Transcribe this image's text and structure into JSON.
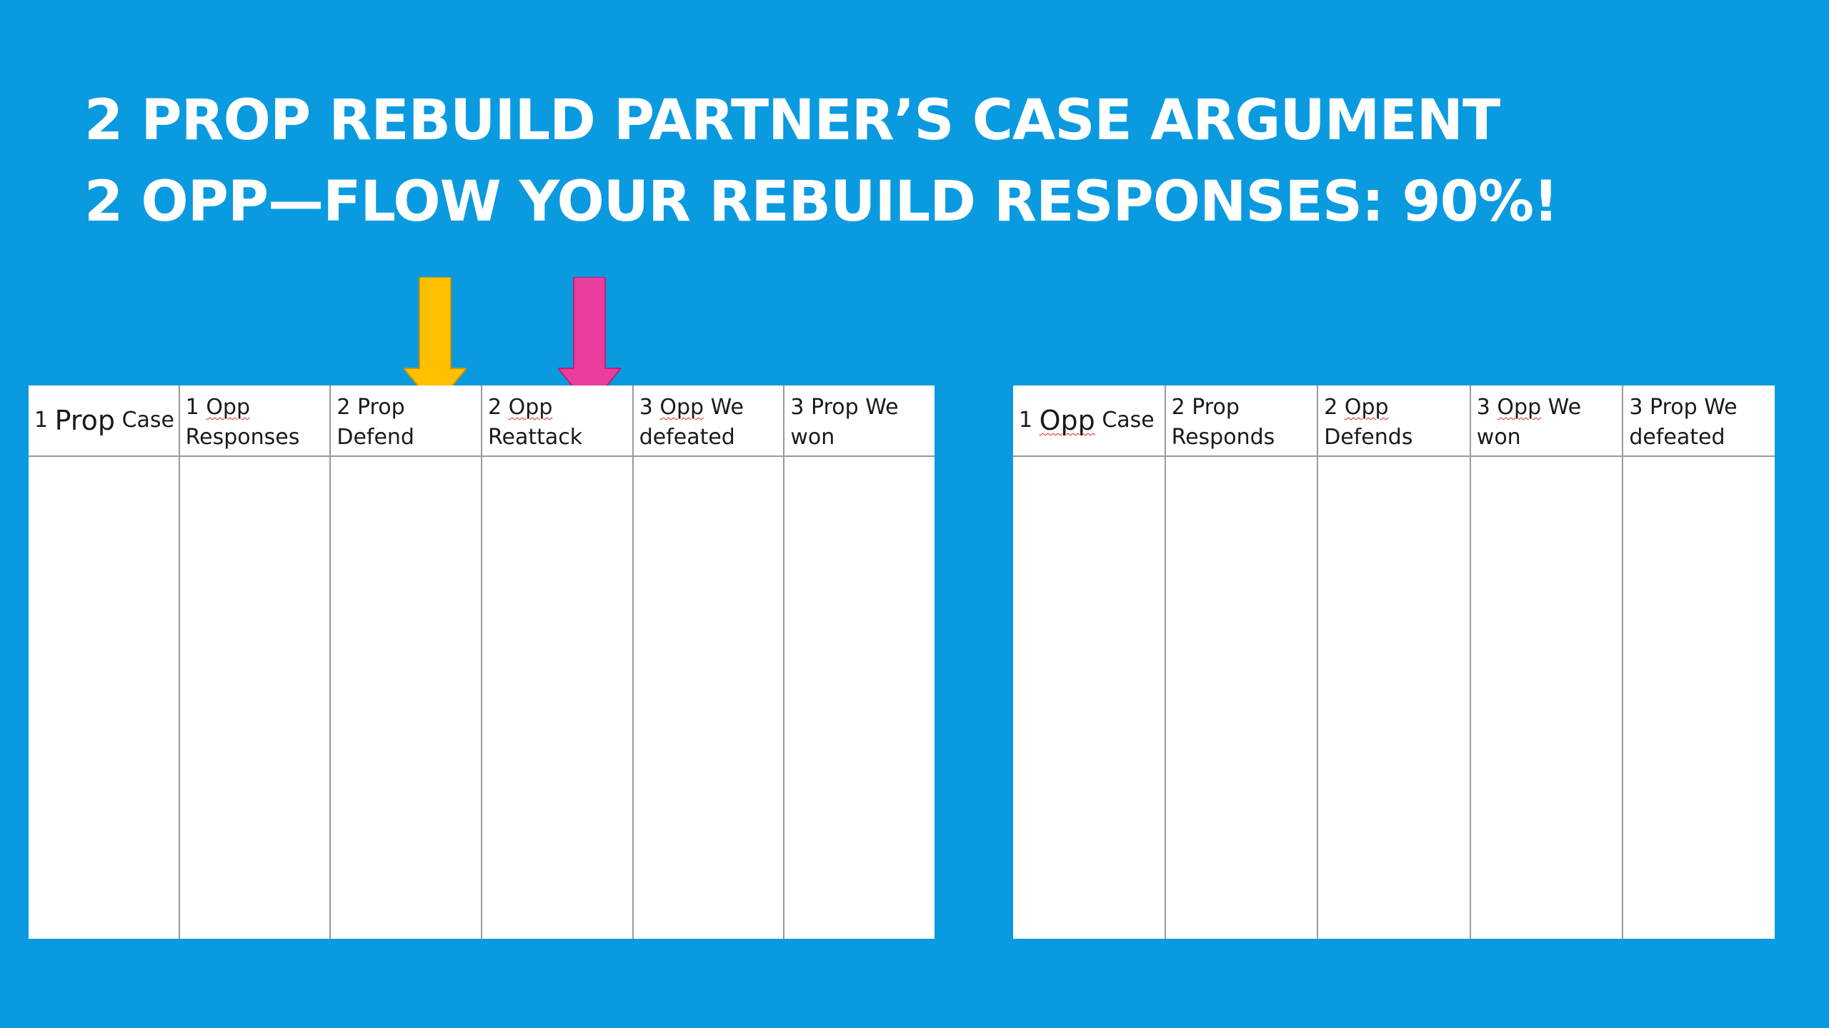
{
  "title": {
    "line1": "2 PROP REBUILD PARTNER’S CASE ARGUMENT",
    "line2": "2 OPP—FLOW YOUR REBUILD RESPONSES: 90%!"
  },
  "colors": {
    "background": "#0a9ae0",
    "yellow_arrow": "#ffc000",
    "pink_arrow": "#ea3e9e"
  },
  "prop_flow": {
    "columns": [
      {
        "num": "1",
        "big": "Prop",
        "rest": "Case"
      },
      {
        "line1_num": "1",
        "line1_word": "Opp",
        "line1_rest": "",
        "line2": "Responses"
      },
      {
        "line1_num": "2",
        "line1_word": "Prop",
        "line1_rest": "",
        "line2": "Defend"
      },
      {
        "line1_num": "2",
        "line1_word": "Opp",
        "line1_rest": "",
        "line2": "Reattack"
      },
      {
        "line1_num": "3",
        "line1_word": "Opp",
        "line1_rest": "We",
        "line2": "defeated"
      },
      {
        "line1_num": "3",
        "line1_word": "Prop",
        "line1_rest": "We",
        "line2": "won"
      }
    ]
  },
  "opp_flow": {
    "columns": [
      {
        "num": "1",
        "big": "Opp",
        "rest": "Case"
      },
      {
        "line1_num": "2",
        "line1_word": "Prop",
        "line1_rest": "",
        "line2": "Responds"
      },
      {
        "line1_num": "2",
        "line1_word": "Opp",
        "line1_rest": "",
        "line2": "Defends"
      },
      {
        "line1_num": "3",
        "line1_word": "Opp",
        "line1_rest": "We",
        "line2": "won"
      },
      {
        "line1_num": "3",
        "line1_word": "Prop",
        "line1_rest": "We",
        "line2": "defeated"
      }
    ]
  },
  "icons": [
    "down-arrow-icon",
    "down-arrow-icon"
  ]
}
